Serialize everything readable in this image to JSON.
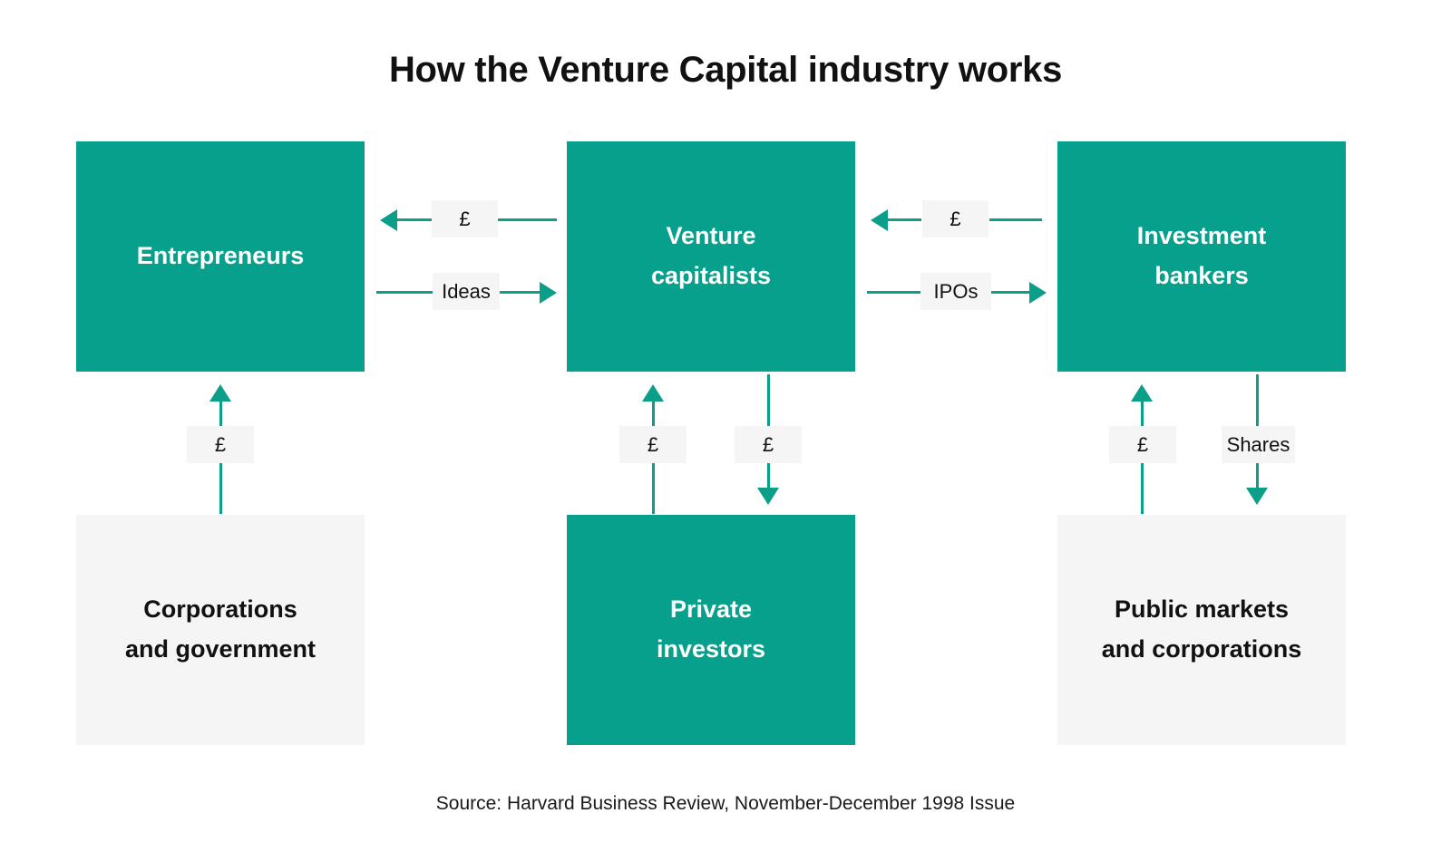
{
  "title": "How the Venture Capital industry works",
  "source": "Source: Harvard Business Review, November-December 1998 Issue",
  "colors": {
    "accent_teal": "#07A08C",
    "connector_teal": "#0B9E89",
    "label_bg": "#f5f5f5",
    "background": "#ffffff",
    "text_dark": "#111111",
    "text_light": "#ffffff"
  },
  "nodes": {
    "entrepreneurs": {
      "label": "Entrepreneurs",
      "style": "teal"
    },
    "venture_capitalists": {
      "line1": "Venture",
      "line2": "capitalists",
      "style": "teal"
    },
    "investment_bankers": {
      "line1": "Investment",
      "line2": "bankers",
      "style": "teal"
    },
    "corporations_government": {
      "line1": "Corporations",
      "line2": "and government",
      "style": "grey"
    },
    "private_investors": {
      "line1": "Private",
      "line2": "investors",
      "style": "teal"
    },
    "public_markets_corporations": {
      "line1": "Public markets",
      "line2": "and corporations",
      "style": "grey"
    }
  },
  "edges": {
    "vc_to_entrepreneurs": {
      "label": "£",
      "direction": "left"
    },
    "entrepreneurs_to_vc": {
      "label": "Ideas",
      "direction": "right"
    },
    "bankers_to_vc": {
      "label": "£",
      "direction": "left"
    },
    "vc_to_bankers": {
      "label": "IPOs",
      "direction": "right"
    },
    "corporations_to_entrepreneurs": {
      "label": "£",
      "direction": "up"
    },
    "private_investors_to_vc": {
      "label": "£",
      "direction": "up"
    },
    "vc_to_private_investors": {
      "label": "£",
      "direction": "down"
    },
    "public_markets_to_bankers": {
      "label": "£",
      "direction": "up"
    },
    "bankers_to_public_markets": {
      "label": "Shares",
      "direction": "down"
    }
  }
}
